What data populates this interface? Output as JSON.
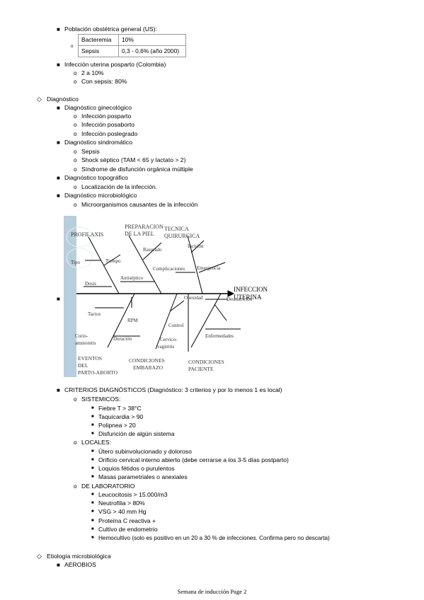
{
  "intro": {
    "poblacion": "Población obstétrica general (US):",
    "table": [
      [
        "Bacteremia",
        "10%"
      ],
      [
        "Sepsis",
        "0,3 - 0,6% (año 2000)"
      ]
    ],
    "infeccion": "Infección uterina posparto (Colombia)",
    "inf_sub": [
      "2 a 10%",
      "Con sepsis: 80%"
    ]
  },
  "diagnostico": {
    "title": "Diagnóstico",
    "gin": "Diagnóstico ginecológico",
    "gin_items": [
      "Infección posparto",
      "Infección posaborto",
      "Infección poslegrado"
    ],
    "sind": "Diagnóstico sindromático",
    "sind_items": [
      "Sepsis",
      "Shock séptico (TAM < 65 y lactato > 2)",
      "Síndrome de disfunción orgánica múltiple"
    ],
    "topo": "Diagnóstico topográfico",
    "topo_items": [
      "Localización de la infección."
    ],
    "micro": "Diagnóstico microbiológico",
    "micro_items": [
      "Microorganismos causantes de la infección"
    ]
  },
  "diagram": {
    "profilaxis": "PROFILAXIS",
    "prep1": "PREPARACION",
    "prep2": "DE LA PIEL",
    "tec1": "TECNICA",
    "tec2": "QUIRURGICA",
    "tipo": "Tipo",
    "tiempo": "Tiempo",
    "dosis": "Dosis",
    "rasurado": "Rasurado",
    "antiseptico": "Antiséptico",
    "incision": "Incisión",
    "complicaciones": "Complicaciones",
    "emergencia": "Emergencia",
    "effect1": "INFECCION",
    "effect2": "UTERINA",
    "tactos": "Tactos",
    "rpm": "RPM",
    "corio1": "Corio-",
    "corio2": "amnionitis",
    "duracion": "Duración",
    "control": "Control",
    "cervico1": "Cervico-",
    "cervico2": "vaginitis",
    "obesidad": "Obesidad",
    "desnutricion": "Desnutrición",
    "enfermedades": "Enfermedades",
    "eventos1": "EVENTOS",
    "eventos2": "DEL",
    "eventos3": "PARTO-ABORTO",
    "cemb1": "CONDICIONES",
    "cemb2": "EMBARAZO",
    "cpac1": "CONDICIONES",
    "cpac2": "PACIENTE"
  },
  "criterios": {
    "title": "CRITERIOS DIAGNÓSTICOS (Diagnóstico: 3 criterios y por lo menos 1 es local)",
    "sist": "SISTEMICOS:",
    "sist_items": [
      "Fiebre T > 38°C",
      "Taquicardia > 90",
      "Polipnea > 20",
      "Disfunción de algún sistema"
    ],
    "loc": "LOCALES:",
    "loc_items": [
      "Útero subinvolucionado y doloroso",
      "Orificio cervical interno abierto (debe cerrarse a los 3-5 días postparto)",
      "Loquios fétidos o purulentos",
      "Masas parametriales o anexiales"
    ],
    "lab": "DE LABORATORIO",
    "lab_items": [
      "Leucocitosis > 15.000/m3",
      "Neutrofilia > 80%",
      "VSG > 40 mm Hg",
      "Proteína C reactiva +",
      "Cultivo de endometrio",
      "Hemocultivo (solo es positivo en un 20 a 30 % de infecciones. Confirma pero no descarta)"
    ]
  },
  "etiologia": {
    "title": "Etiología microbiológica",
    "aerobios": "AEROBIOS"
  },
  "footer": "Semana de inducción Page 2"
}
